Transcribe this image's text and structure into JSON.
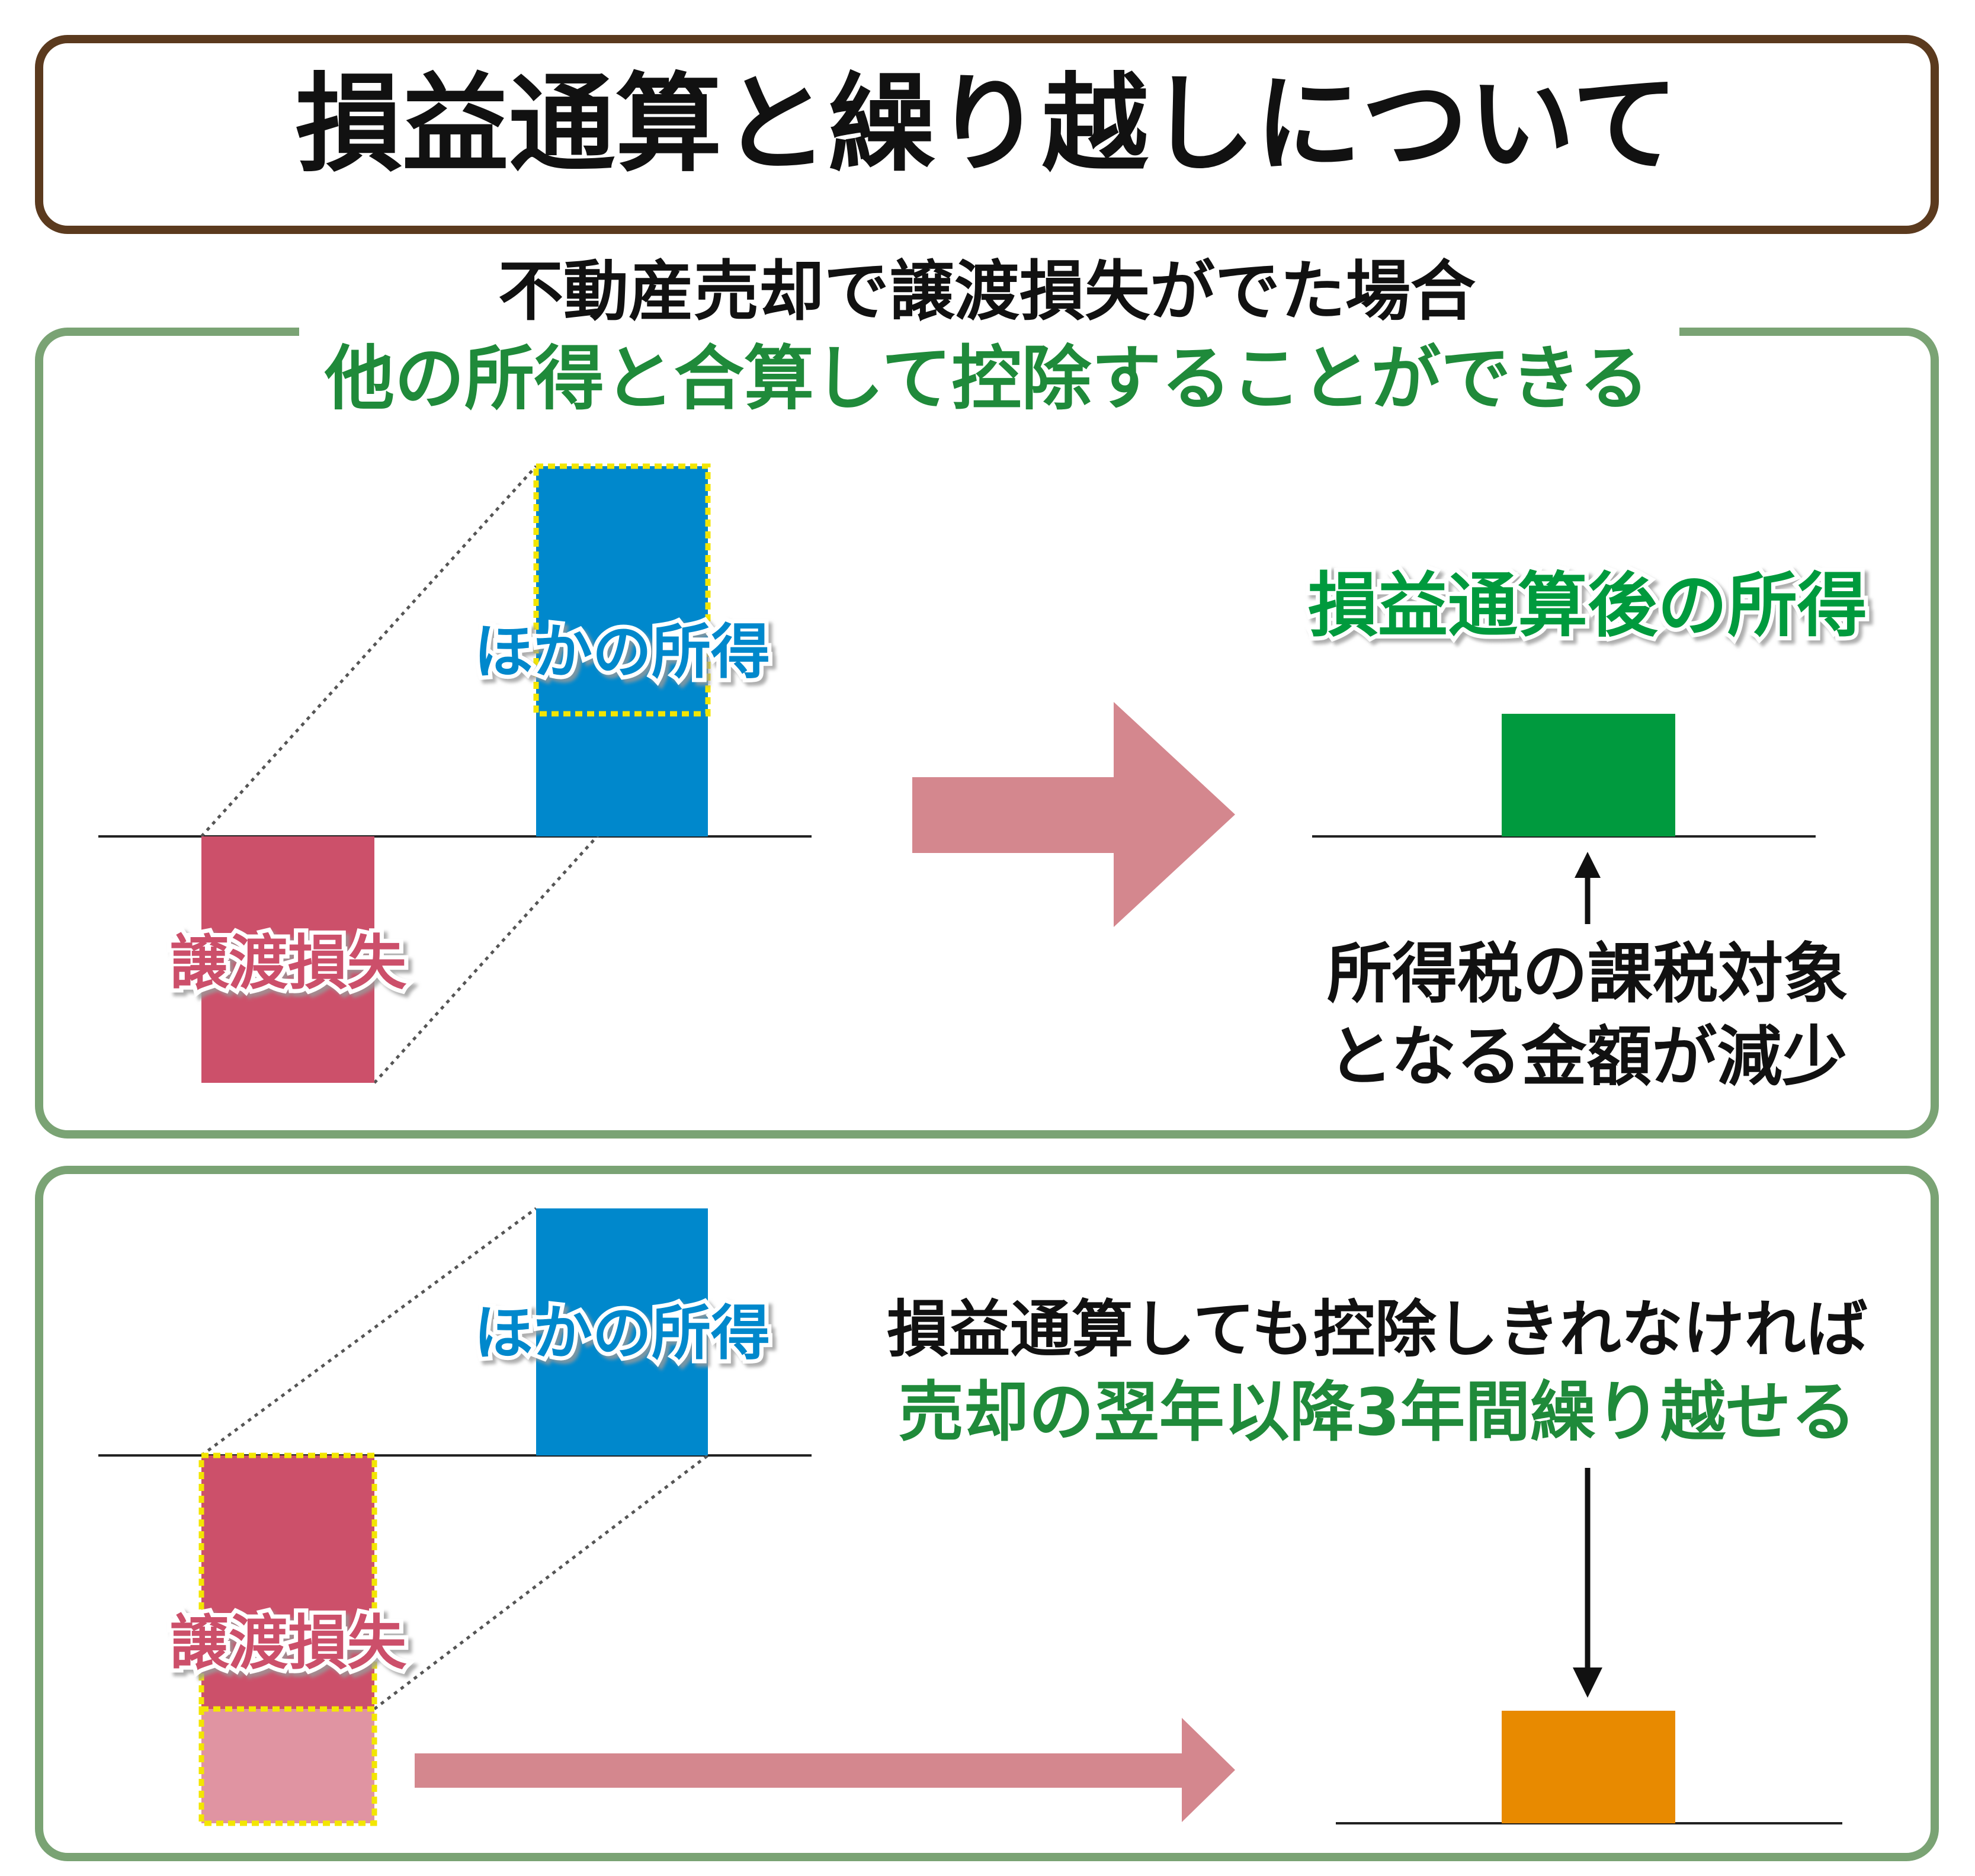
{
  "title": "損益通算と繰り越しについて",
  "panel1": {
    "heading_line1": "不動産売却で譲渡損失がでた場合",
    "heading_line2": "他の所得と合算して控除することができる",
    "other_income_label": "ほかの所得",
    "loss_label": "譲渡損失",
    "result_label": "損益通算後の所得",
    "note_line1": "所得税の課税対象",
    "note_line2": "となる金額が減少"
  },
  "panel2": {
    "other_income_label": "ほかの所得",
    "loss_label": "譲渡損失",
    "text_line1": "損益通算しても控除しきれなければ",
    "text_line2": "売却の翌年以降3年間繰り越せる"
  },
  "colors": {
    "title_border": "#5b3a1e",
    "panel_border": "#7aa374",
    "blue": "#0088cc",
    "loss_red": "#cc506a",
    "loss_light": "#e094a2",
    "green": "#009a3e",
    "orange": "#e88a00",
    "arrow_pink": "#d4878e",
    "dashed_yellow": "#f3e600",
    "green_text": "#1f8a3a",
    "dark_text": "#111111"
  }
}
